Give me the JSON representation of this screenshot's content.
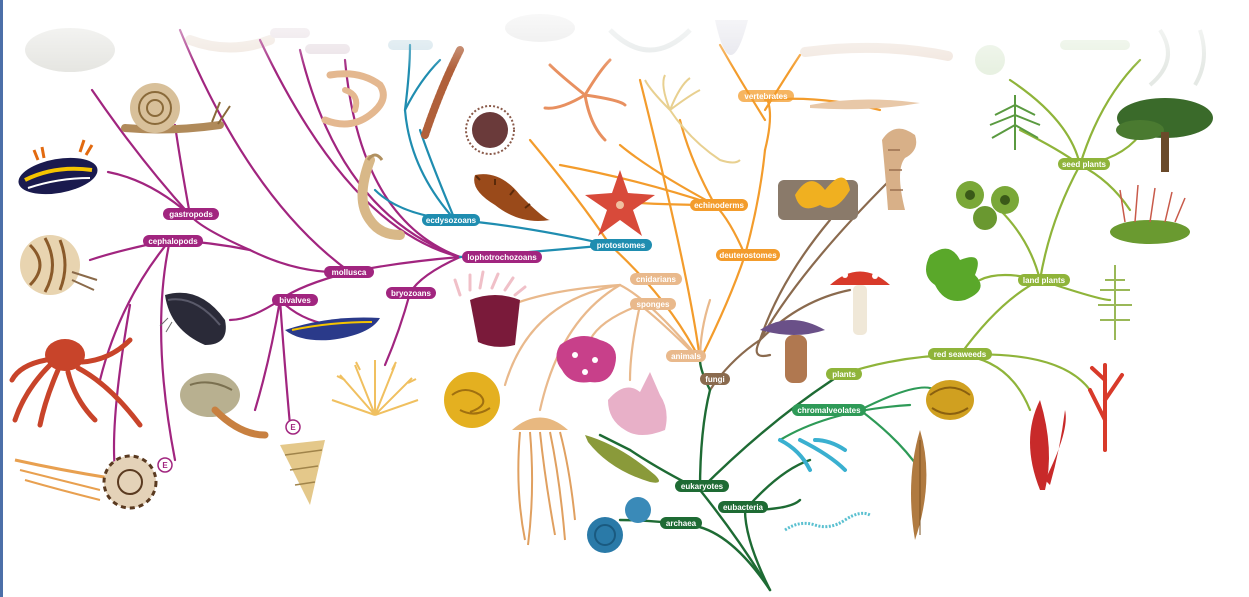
{
  "colors": {
    "mollusca": "#a1257f",
    "ecdysozoa": "#1f8db0",
    "deuterostomes": "#f39c2c",
    "basal_animals": "#e9b98c",
    "fungi": "#8a6a4e",
    "eukaryotes": "#1e6b34",
    "plants": "#8fb43a",
    "chromalveolates": "#2e9a57",
    "label_text": "#ffffff"
  },
  "labels": {
    "gastropods": "gastropods",
    "cephalopods": "cephalopods",
    "mollusca": "mollusca",
    "bivalves": "bivalves",
    "lophotrochozoans": "lophotrochozoans",
    "bryozoans": "bryozoans",
    "ecdysozoans": "ecdysozoans",
    "protostomes": "protostomes",
    "echinoderms": "echinoderms",
    "vertebrates": "vertebrates",
    "deuterostomes": "deuterostomes",
    "cnidarians": "cnidarians",
    "sponges": "sponges",
    "animals": "animals",
    "fungi": "fungi",
    "eukaryotes": "eukaryotes",
    "archaea": "archaea",
    "eubacteria": "eubacteria",
    "chromalveolates": "chromalveolates",
    "plants": "plants",
    "red_seaweeds": "red seaweeds",
    "land_plants": "land plants",
    "seed_plants": "seed plants"
  },
  "extinct_marker": "E",
  "organisms": {
    "nudibranch": "nudibranch-icon",
    "snail": "snail-icon",
    "nautilus": "nautilus-icon",
    "octopus": "octopus-icon",
    "ammonite": "ammonite-icon",
    "mussel": "mussel-icon",
    "whelk": "whelk-icon",
    "flatworm": "flatworm-icon",
    "fossil_cone": "fossil-cone-icon",
    "bryozoan_fan": "bryozoan-icon",
    "roundworm": "roundworm-icon",
    "segmented_worm": "segmented-worm-icon",
    "sipunculid": "sipunculid-icon",
    "sea_urchin": "sea-urchin-icon",
    "sea_cucumber": "sea-cucumber-icon",
    "brittle_star": "brittle-star-icon",
    "starfish": "starfish-icon",
    "crinoid": "crinoid-icon",
    "lancelet": "lancelet-icon",
    "sea_anemone": "sea-anemone-icon",
    "brain_coral": "brain-coral-icon",
    "jellyfish": "jellyfish-icon",
    "pink_sponge": "pink-sponge-icon",
    "lilac_sponge": "lilac-sponge-icon",
    "yellow_fungus": "yellow-fungus-icon",
    "bracket_fungus": "bracket-fungus-icon",
    "fly_agaric": "fly-agaric-icon",
    "bolete": "bolete-icon",
    "euglena": "euglena-icon",
    "archaea_cells": "archaea-icon",
    "bacteria_chain": "bacteria-chain-icon",
    "spirochete": "spirochete-icon",
    "diatom": "diatom-icon",
    "kelp": "kelp-icon",
    "red_seaweed_1": "red-seaweed-icon",
    "red_seaweed_2": "red-seaweed-branched-icon",
    "liverwort": "liverwort-icon",
    "lichen": "lichen-icon",
    "horsetail": "horsetail-icon",
    "moss": "moss-icon",
    "fern": "fern-icon",
    "tree": "tree-icon"
  }
}
